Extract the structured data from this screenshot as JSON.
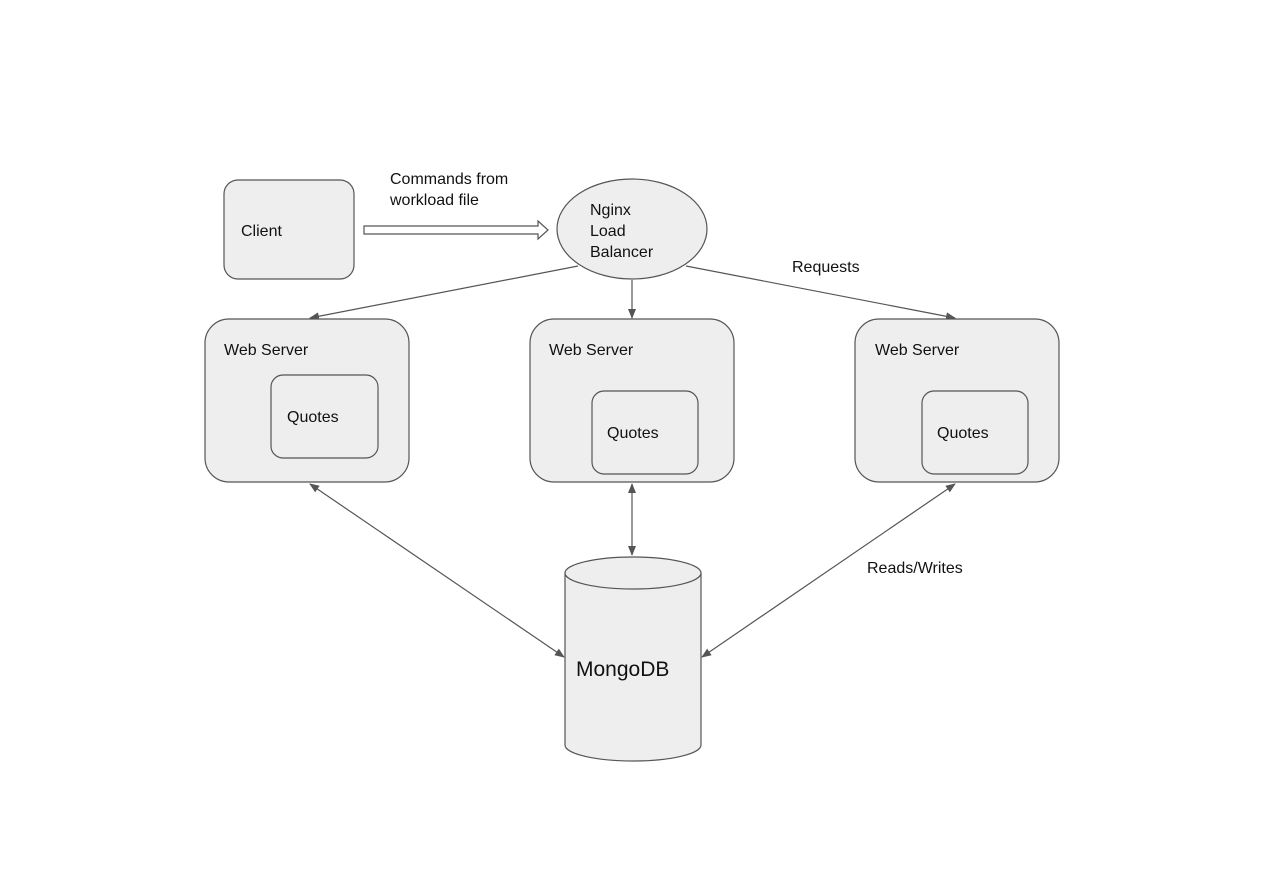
{
  "nodes": {
    "client": {
      "label": "Client"
    },
    "load_balancer": {
      "lines": [
        "Nginx",
        "Load",
        "Balancer"
      ]
    },
    "servers": [
      {
        "label": "Web Server",
        "inner_label": "Quotes"
      },
      {
        "label": "Web Server",
        "inner_label": "Quotes"
      },
      {
        "label": "Web Server",
        "inner_label": "Quotes"
      }
    ],
    "database": {
      "label": "MongoDB"
    }
  },
  "edge_labels": {
    "commands": [
      "Commands from",
      "workload file"
    ],
    "requests": "Requests",
    "reads_writes": "Reads/Writes"
  }
}
